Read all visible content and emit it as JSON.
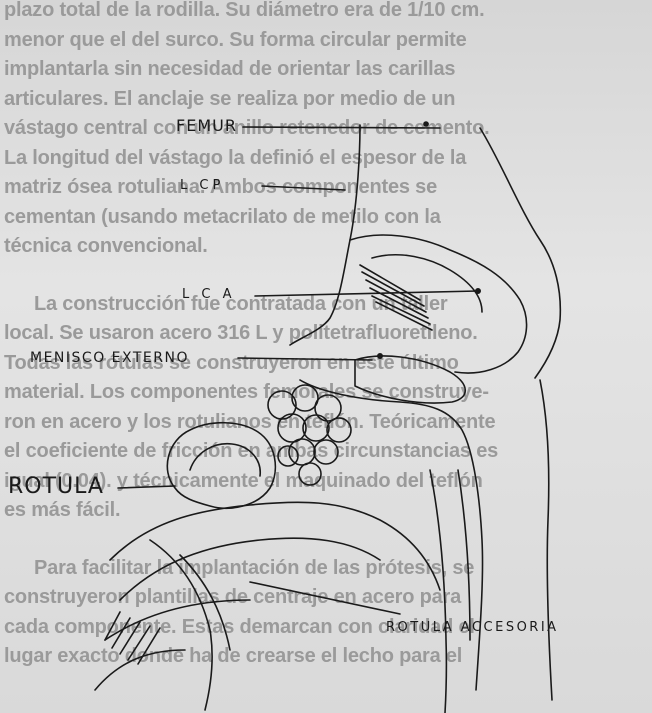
{
  "background_text": [
    {
      "text": "plazo total de la rodilla. Su diámetro era de 1/10 cm.",
      "cls": ""
    },
    {
      "text": "menor que el del surco. Su forma circular permite",
      "cls": ""
    },
    {
      "text": "implantarla sin necesidad de orientar las carillas",
      "cls": ""
    },
    {
      "text": "articulares. El anclaje se realiza por medio de un",
      "cls": ""
    },
    {
      "text": "vástago central con un anillo retenedor de cemento.",
      "cls": ""
    },
    {
      "text": "La longitud del vástago la definió el espesor de la",
      "cls": ""
    },
    {
      "text": "matriz ósea rotuliana. Ambos componentes se",
      "cls": ""
    },
    {
      "text": "cementan (usando metacrilato de metilo con la",
      "cls": ""
    },
    {
      "text": "técnica convencional.",
      "cls": ""
    },
    {
      "text": "La construcción fue contratada con un taller",
      "cls": "indent gap"
    },
    {
      "text": "local. Se usaron acero 316 L y politetrafluoretileno.",
      "cls": ""
    },
    {
      "text": "Todas las rótulas se construyeron en este último",
      "cls": ""
    },
    {
      "text": "material. Los componentes femorales se construye-",
      "cls": ""
    },
    {
      "text": "ron en acero y los rotulianos en teflón. Teóricamente",
      "cls": ""
    },
    {
      "text": "el coeficiente de fricción en ambas circunstancias es",
      "cls": ""
    },
    {
      "text": "igual (0.04). y técnicamente el maquinado del teflón",
      "cls": ""
    },
    {
      "text": "es más fácil.",
      "cls": ""
    },
    {
      "text": "Para facilitar la implantación de las prótesis, se",
      "cls": "indent gap"
    },
    {
      "text": "construyeron plantillas de centraje en acero para",
      "cls": ""
    },
    {
      "text": "cada componente. Estas demarcan con claridad el",
      "cls": ""
    },
    {
      "text": "lugar exacto donde ha de crearse el lecho para el",
      "cls": ""
    }
  ],
  "labels": {
    "femur": "FEMUR",
    "lcp": "L CP",
    "lca": "L C A",
    "menisco": "MENISCO EXTERNO",
    "rotula": "ROTULA",
    "rotula_accesoria": "ROTULA  ACCESORIA"
  },
  "colors": {
    "ink": "#1a1a1a",
    "faded_text": "#9a9a9a",
    "paper": "#dcdcdc"
  }
}
